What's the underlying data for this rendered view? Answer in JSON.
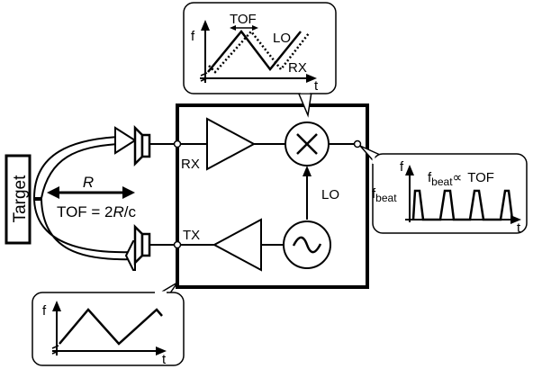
{
  "target": {
    "label": "Target"
  },
  "range": {
    "label": "R",
    "tof_prefix": "TOF = 2",
    "tof_var": "R",
    "tof_suffix": "/c"
  },
  "ports": {
    "rx": "RX",
    "tx": "TX",
    "lo": "LO"
  },
  "top_inset": {
    "f": "f",
    "t": "t",
    "tof": "TOF",
    "lo": "LO",
    "rx": "RX"
  },
  "bottom_inset": {
    "f": "f",
    "t": "t"
  },
  "beat_inset": {
    "f": "f",
    "t": "t",
    "ylabel_base": "f",
    "ylabel_sub": "beat",
    "rel_base": "f",
    "rel_sub": "beat",
    "rel_sym": "∝",
    "rel_rhs": "TOF"
  }
}
